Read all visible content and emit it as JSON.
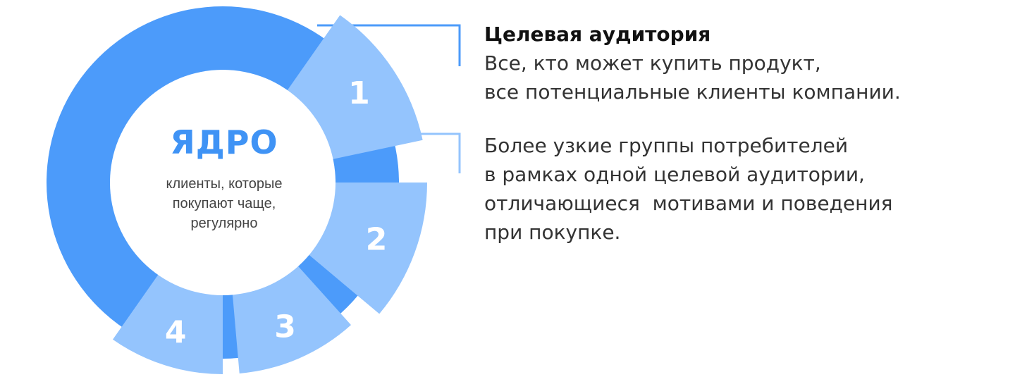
{
  "core": {
    "title": "ЯДРО",
    "lines": [
      "клиенты, которые",
      "покупают чаще,",
      "регулярно"
    ]
  },
  "segments": [
    {
      "number": "1"
    },
    {
      "number": "2"
    },
    {
      "number": "3"
    },
    {
      "number": "4"
    }
  ],
  "target_audience": {
    "title": "Целевая аудитория",
    "lines": [
      "Все, кто может купить продукт,",
      "все потенциальные клиенты компании."
    ]
  },
  "segments_description": {
    "lines": [
      "Более узкие группы потребителей",
      "в рамках одной целевой аудитории,",
      "отличающиеся  мотивами и поведения",
      "при покупке."
    ]
  },
  "colors": {
    "ring": "#4c9bfa",
    "segment": "#94c4fd",
    "core_title": "#3f93f5",
    "connector_top": "#4c9bfa",
    "connector_bottom": "#94c4fd"
  }
}
